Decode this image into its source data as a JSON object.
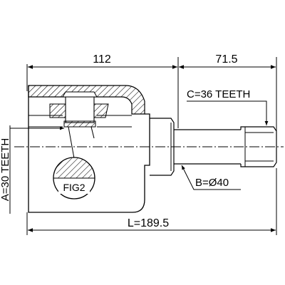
{
  "dimensions": {
    "top_left": "112",
    "top_right": "71.5",
    "overall_length": "L=189.5"
  },
  "callouts": {
    "spline_teeth": "C=36 TEETH",
    "shaft_diameter": "B=Ø40",
    "housing_teeth": "A=30 TEETH",
    "fig_ref": "FIG2"
  },
  "colors": {
    "line": "#000000",
    "background": "#ffffff"
  }
}
